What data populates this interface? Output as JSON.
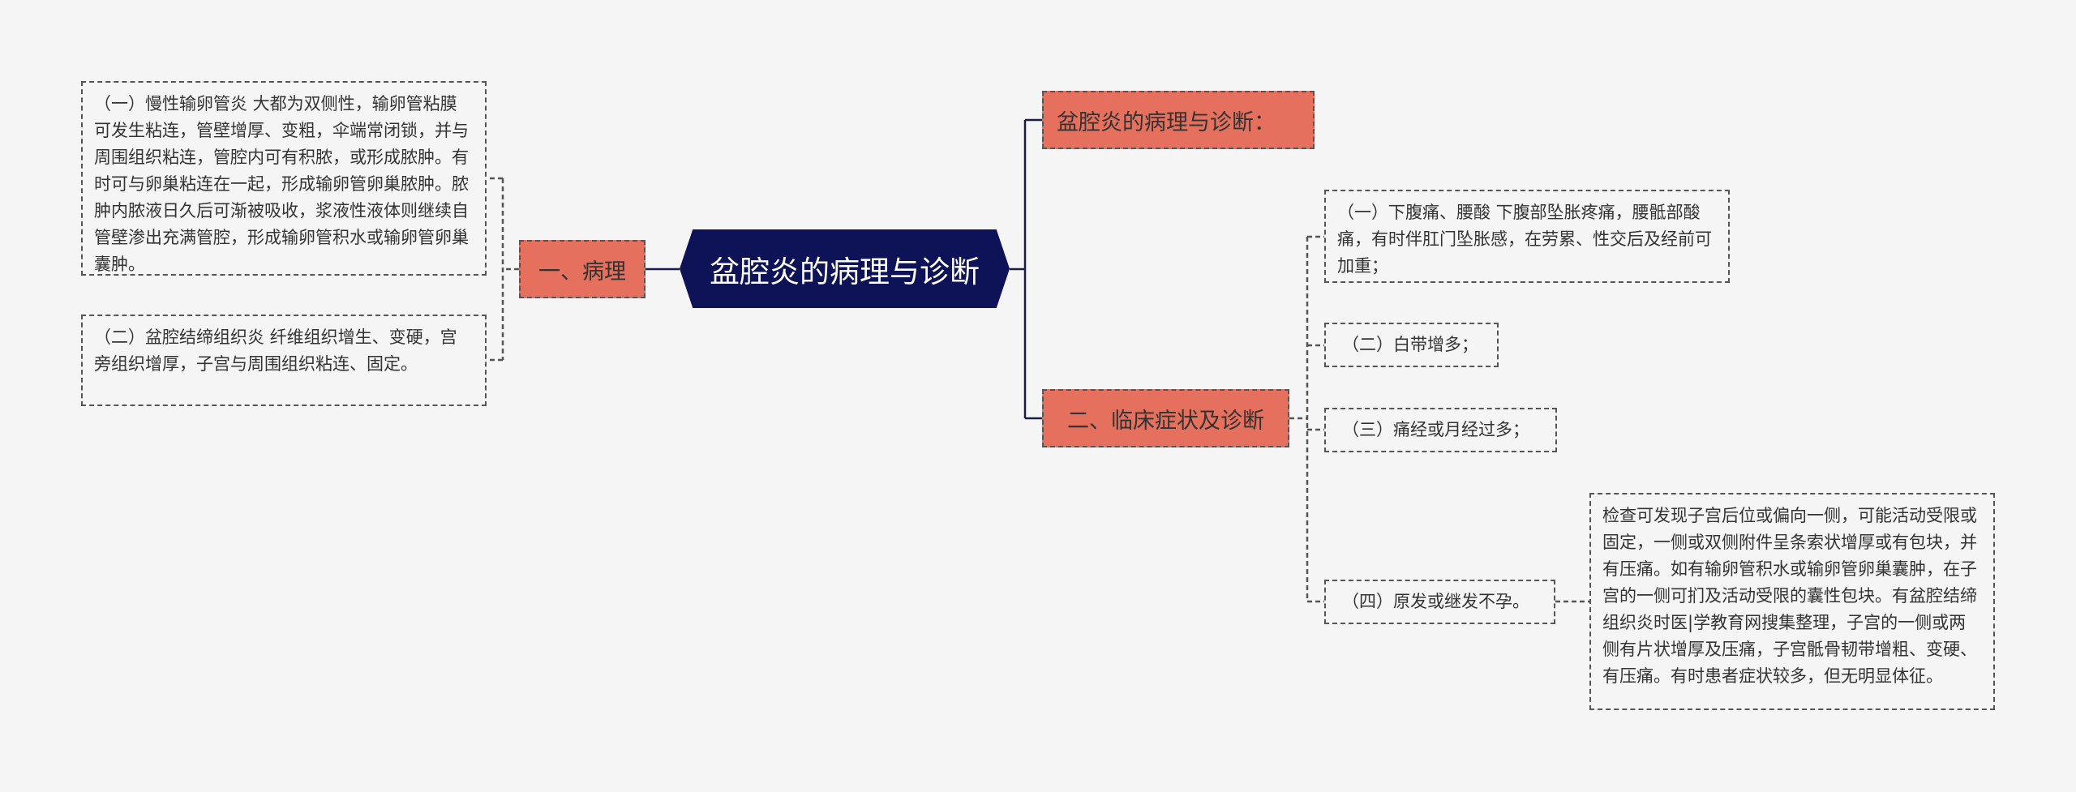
{
  "root": {
    "label": "盆腔炎的病理与诊断"
  },
  "left": {
    "pathology": {
      "label": "一、病理",
      "items": [
        "（一）慢性输卵管炎 大都为双侧性，输卵管粘膜可发生粘连，管壁增厚、变粗，伞端常闭锁，并与周围组织粘连，管腔内可有积脓，或形成脓肿。有时可与卵巢粘连在一起，形成输卵管卵巢脓肿。脓肿内脓液日久后可渐被吸收，浆液性液体则继续自管壁渗出充满管腔，形成输卵管积水或输卵管卵巢囊肿。",
        "（二）盆腔结缔组织炎 纤维组织增生、变硬，宫旁组织增厚，子宫与周围组织粘连、固定。"
      ]
    }
  },
  "right": {
    "title_branch": {
      "label": "盆腔炎的病理与诊断："
    },
    "clinical": {
      "label": "二、临床症状及诊断",
      "items": [
        "（一）下腹痛、腰酸 下腹部坠胀疼痛，腰骶部酸痛，有时伴肛门坠胀感，在劳累、性交后及经前可加重；",
        "（二）白带增多；",
        "（三）痛经或月经过多；",
        "（四）原发或继发不孕。"
      ],
      "detail": "检查可发现子宫后位或偏向一侧，可能活动受限或固定，一侧或双侧附件呈条索状增厚或有包块，并有压痛。如有输卵管积水或输卵管卵巢囊肿，在子宫的一侧可扪及活动受限的囊性包块。有盆腔结缔组织炎时医|学教育网搜集整理，子宫的一侧或两侧有片状增厚及压痛，子宫骶骨韧带增粗、变硬、有压痛。有时患者症状较多，但无明显体征。"
    }
  },
  "colors": {
    "root": "#0e1257",
    "branch": "#e4705d",
    "line": "#1a1c4e",
    "background": "#f5f5f5"
  }
}
